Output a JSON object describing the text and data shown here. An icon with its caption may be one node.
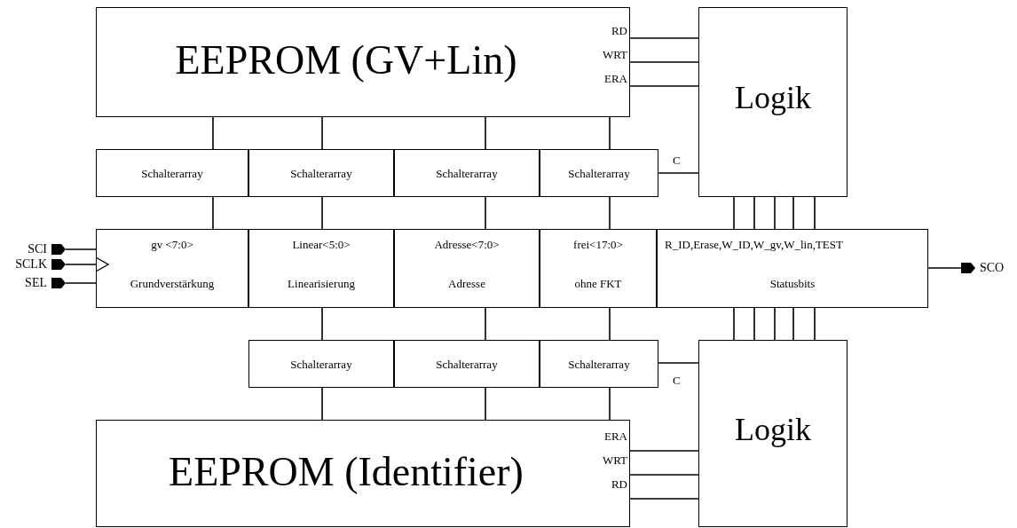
{
  "diagram": {
    "nodes": [
      {
        "text": [
          "EEPROM (GV+Lin)",
          "RD",
          "WRT",
          "ERA"
        ]
      },
      {
        "text": [
          "Logik"
        ]
      },
      {
        "text": [
          "Schalterarray"
        ]
      },
      {
        "text": [
          "Schalterarray"
        ]
      },
      {
        "text": [
          "Schalterarray"
        ]
      },
      {
        "text": [
          "Schalterarray"
        ]
      },
      {
        "text": [
          "gv <7:0>",
          "Grundverstärkung"
        ]
      },
      {
        "text": [
          "Linear<5:0>",
          "Linearisierung"
        ]
      },
      {
        "text": [
          "Adresse<7:0>",
          "Adresse"
        ]
      },
      {
        "text": [
          "frei<17:0>",
          "ohne FKT"
        ]
      },
      {
        "text": [
          "R_ID,Erase,W_ID,W_gv,W_lin,TEST",
          "Statusbits"
        ]
      },
      {
        "text": [
          "Schalterarray"
        ]
      },
      {
        "text": [
          "Schalterarray"
        ]
      },
      {
        "text": [
          "Schalterarray"
        ]
      },
      {
        "text": [
          "Logik"
        ]
      },
      {
        "text": [
          "EEPROM (Identifier)",
          "ERA",
          "WRT",
          "RD"
        ]
      },
      {
        "text": [
          "SCI"
        ]
      },
      {
        "text": [
          "SCLK"
        ]
      },
      {
        "text": [
          "SEL"
        ]
      },
      {
        "text": [
          "SCO"
        ]
      }
    ],
    "edges": [
      {
        "from": 0,
        "to": 2,
        "arrow": "none"
      },
      {
        "from": 0,
        "to": 3,
        "arrow": "none"
      },
      {
        "from": 0,
        "to": 4,
        "arrow": "none"
      },
      {
        "from": 0,
        "to": 5,
        "arrow": "none"
      },
      {
        "from": 2,
        "to": 6,
        "arrow": "none"
      },
      {
        "from": 3,
        "to": 7,
        "arrow": "none"
      },
      {
        "from": 4,
        "to": 8,
        "arrow": "none"
      },
      {
        "from": 5,
        "to": 9,
        "arrow": "none"
      },
      {
        "from": 0,
        "to": 1,
        "arrow": "none"
      },
      {
        "from": 0,
        "to": 1,
        "arrow": "none"
      },
      {
        "from": 0,
        "to": 1,
        "arrow": "none"
      },
      {
        "from": 5,
        "to": 1,
        "label": "C",
        "arrow": "none"
      },
      {
        "from": 1,
        "to": 10,
        "arrow": "none"
      },
      {
        "from": 1,
        "to": 10,
        "arrow": "none"
      },
      {
        "from": 1,
        "to": 10,
        "arrow": "none"
      },
      {
        "from": 1,
        "to": 10,
        "arrow": "none"
      },
      {
        "from": 1,
        "to": 10,
        "arrow": "none"
      },
      {
        "from": 10,
        "to": 14,
        "arrow": "none"
      },
      {
        "from": 10,
        "to": 14,
        "arrow": "none"
      },
      {
        "from": 10,
        "to": 14,
        "arrow": "none"
      },
      {
        "from": 10,
        "to": 14,
        "arrow": "none"
      },
      {
        "from": 10,
        "to": 14,
        "arrow": "none"
      },
      {
        "from": 7,
        "to": 11,
        "arrow": "none"
      },
      {
        "from": 8,
        "to": 12,
        "arrow": "none"
      },
      {
        "from": 9,
        "to": 13,
        "arrow": "none"
      },
      {
        "from": 11,
        "to": 15,
        "arrow": "none"
      },
      {
        "from": 12,
        "to": 15,
        "arrow": "none"
      },
      {
        "from": 13,
        "to": 15,
        "arrow": "none"
      },
      {
        "from": 13,
        "to": 14,
        "label": "C",
        "arrow": "none"
      },
      {
        "from": 15,
        "to": 14,
        "arrow": "none"
      },
      {
        "from": 15,
        "to": 14,
        "arrow": "none"
      },
      {
        "from": 15,
        "to": 14,
        "arrow": "none"
      },
      {
        "from": 16,
        "to": 6,
        "arrow": "none"
      },
      {
        "from": 17,
        "to": 6,
        "arrow": "to"
      },
      {
        "from": 18,
        "to": 6,
        "arrow": "none"
      },
      {
        "from": 10,
        "to": 19,
        "arrow": "none"
      }
    ]
  }
}
